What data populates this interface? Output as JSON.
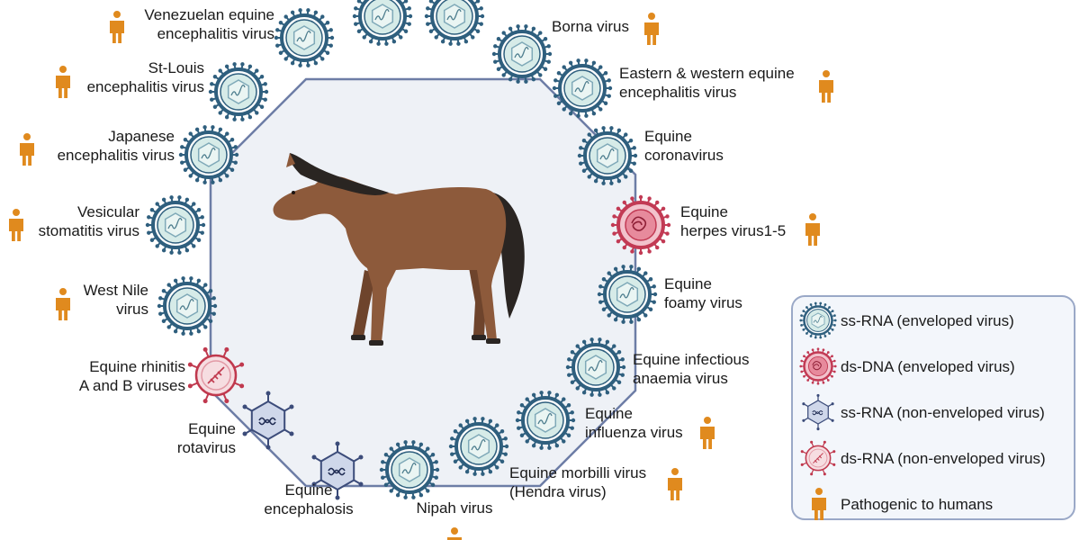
{
  "colors": {
    "octagon_fill": "#eef1f6",
    "octagon_stroke": "#6d7da6",
    "ssrna_env": "#2f5f7e",
    "ssrna_env_inner": "#d6ebe8",
    "dsdna_env": "#c23a54",
    "dsdna_env_inner": "#f2c2cc",
    "ssrna_nonenv": "#3c4c7a",
    "ssrna_nonenv_inner": "#cfd7ea",
    "dsrna_nonenv": "#c0394e",
    "dsrna_nonenv_inner": "#f6dde1",
    "human_icon": "#e08a1e",
    "legend_fill": "#f3f6fb",
    "legend_stroke": "#9aa8c7",
    "horse_body": "#8d5a3b",
    "horse_mane": "#2a2522"
  },
  "central_image": "horse-illustration",
  "viruses": [
    {
      "id": "venezuelan",
      "lines": [
        "Venezuelan equine",
        "encephalitis virus"
      ],
      "type": "ssrna-enveloped",
      "pathogenic": true
    },
    {
      "id": "borna",
      "lines": [
        "Borna virus"
      ],
      "type": "ssrna-enveloped",
      "pathogenic": true
    },
    {
      "id": "eastern-western",
      "lines": [
        "Eastern & western equine",
        "encephalitis virus"
      ],
      "type": "ssrna-enveloped",
      "pathogenic": true
    },
    {
      "id": "st-louis",
      "lines": [
        "St-Louis",
        "encephalitis virus"
      ],
      "type": "ssrna-enveloped",
      "pathogenic": true
    },
    {
      "id": "japanese",
      "lines": [
        "Japanese",
        "encephalitis virus"
      ],
      "type": "ssrna-enveloped",
      "pathogenic": true
    },
    {
      "id": "equine-corona",
      "lines": [
        "Equine",
        "coronavirus"
      ],
      "type": "ssrna-enveloped",
      "pathogenic": false
    },
    {
      "id": "vesicular",
      "lines": [
        "Vesicular",
        "stomatitis virus"
      ],
      "type": "ssrna-enveloped",
      "pathogenic": true
    },
    {
      "id": "equine-herpes",
      "lines": [
        "Equine",
        "herpes virus1-5"
      ],
      "type": "dsdna-enveloped",
      "pathogenic": true
    },
    {
      "id": "west-nile",
      "lines": [
        "West Nile",
        "virus"
      ],
      "type": "ssrna-enveloped",
      "pathogenic": true
    },
    {
      "id": "equine-foamy",
      "lines": [
        "Equine",
        "foamy virus"
      ],
      "type": "ssrna-enveloped",
      "pathogenic": false
    },
    {
      "id": "equine-rhinitis",
      "lines": [
        "Equine rhinitis",
        "A and B viruses"
      ],
      "type": "dsrna-nonenveloped",
      "pathogenic": false
    },
    {
      "id": "equine-infectious-anaemia",
      "lines": [
        "Equine infectious",
        "anaemia virus"
      ],
      "type": "ssrna-enveloped",
      "pathogenic": false
    },
    {
      "id": "equine-rotavirus",
      "lines": [
        "Equine",
        "rotavirus"
      ],
      "type": "ssrna-nonenveloped",
      "pathogenic": false
    },
    {
      "id": "equine-influenza",
      "lines": [
        "Equine",
        "influenza virus"
      ],
      "type": "ssrna-enveloped",
      "pathogenic": true
    },
    {
      "id": "equine-encephalosis",
      "lines": [
        "Equine",
        "encephalosis"
      ],
      "type": "ssrna-nonenveloped",
      "pathogenic": false
    },
    {
      "id": "equine-morbilli",
      "lines": [
        "Equine morbilli virus",
        "(Hendra virus)"
      ],
      "type": "ssrna-enveloped",
      "pathogenic": true
    },
    {
      "id": "nipah",
      "lines": [
        "Nipah virus"
      ],
      "type": "ssrna-enveloped",
      "pathogenic": true
    },
    {
      "id": "top-left-unlabeled",
      "lines": [],
      "type": "ssrna-enveloped",
      "pathogenic": false
    },
    {
      "id": "top-right-unlabeled",
      "lines": [],
      "type": "ssrna-enveloped",
      "pathogenic": false
    }
  ],
  "legend": {
    "items": [
      {
        "label": "ss-RNA (enveloped virus)",
        "type": "ssrna-enveloped"
      },
      {
        "label": "ds-DNA (enveloped virus)",
        "type": "dsdna-enveloped"
      },
      {
        "label": "ss-RNA (non-enveloped virus)",
        "type": "ssrna-nonenveloped"
      },
      {
        "label": "ds-RNA (non-enveloped virus)",
        "type": "dsrna-nonenveloped"
      },
      {
        "label": "Pathogenic to humans",
        "type": "human"
      }
    ]
  }
}
